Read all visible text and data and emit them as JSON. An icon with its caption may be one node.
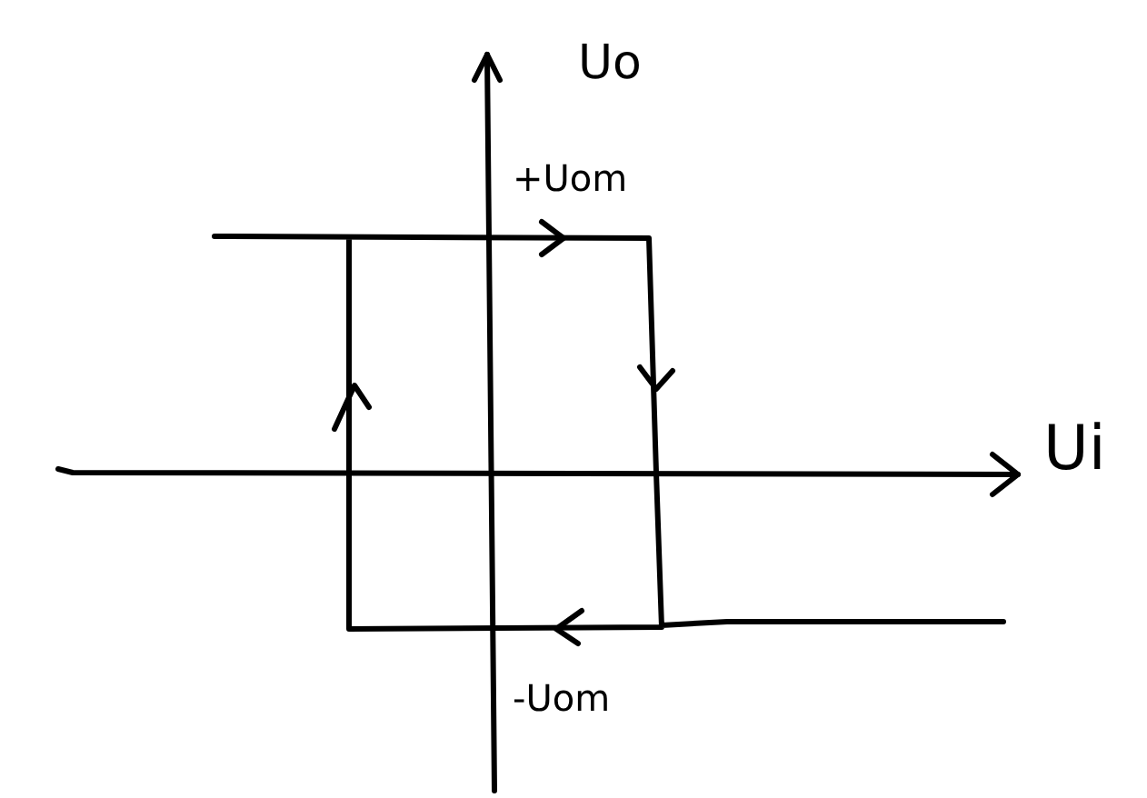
{
  "diagram": {
    "labels": [
      "Uo",
      "+Uom",
      "Ui",
      "-Uom"
    ]
  }
}
